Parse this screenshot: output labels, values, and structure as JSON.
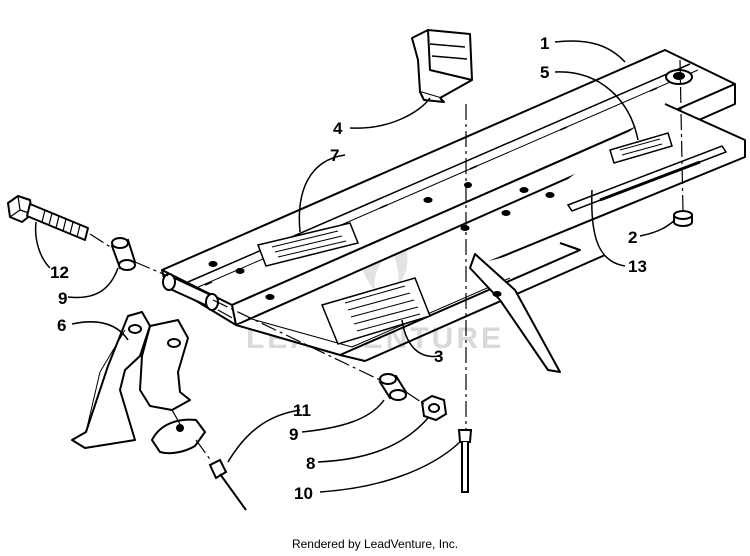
{
  "watermark": {
    "text": "LEADVENTURE"
  },
  "callouts": [
    {
      "id": "c1",
      "text": "1"
    },
    {
      "id": "c5",
      "text": "5"
    },
    {
      "id": "c4",
      "text": "4"
    },
    {
      "id": "c7",
      "text": "7"
    },
    {
      "id": "c2",
      "text": "2"
    },
    {
      "id": "c13",
      "text": "13"
    },
    {
      "id": "c12",
      "text": "12"
    },
    {
      "id": "c9a",
      "text": "9"
    },
    {
      "id": "c6",
      "text": "6"
    },
    {
      "id": "c3",
      "text": "3"
    },
    {
      "id": "c11",
      "text": "11"
    },
    {
      "id": "c9b",
      "text": "9"
    },
    {
      "id": "c8",
      "text": "8"
    },
    {
      "id": "c10",
      "text": "10"
    }
  ],
  "footer": {
    "text": "Rendered by LeadVenture, Inc."
  }
}
